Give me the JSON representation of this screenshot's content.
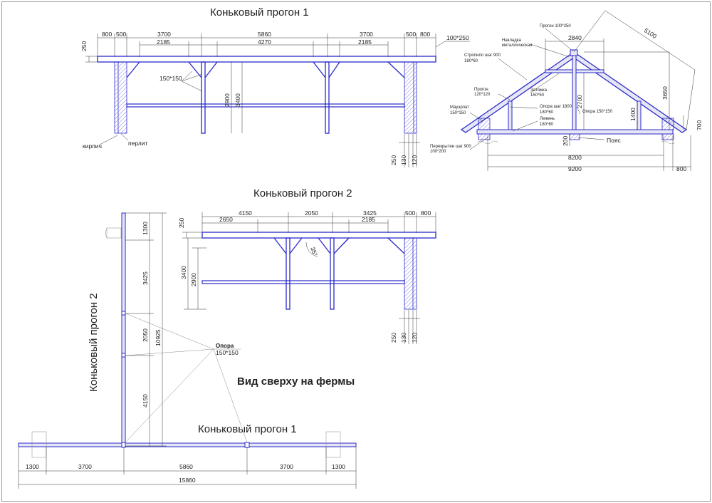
{
  "titles": {
    "front1": "Коньковый прогон 1",
    "front2": "Коньковый прогон 2",
    "plan_vertical": "Коньковый прогон 2",
    "plan_horizontal": "Коньковый прогон 1",
    "plan_caption": "Вид сверху на фермы"
  },
  "front1": {
    "top_dims": [
      "800",
      "500",
      "3700",
      "5860",
      "3700",
      "500",
      "800"
    ],
    "sub_dims": [
      "2185",
      "4270",
      "2185"
    ],
    "beam_label": "100*250",
    "beam_height": "250",
    "post_label": "150*150",
    "h2900": "2900",
    "h3400": "3400",
    "brick": "кирпич",
    "perlite": "перлит",
    "bottom_dims": [
      "250",
      "130",
      "120"
    ]
  },
  "section": {
    "top_width": "2840",
    "rafter_len": "5100",
    "h3650": "3650",
    "h2700": "2700",
    "h1400": "1400",
    "h700": "700",
    "h200": "200",
    "w8200": "8200",
    "w9200": "9200",
    "w800": "800",
    "labels": {
      "purlin_top": "Прогон 100*250",
      "plate1": "Накладка",
      "plate2": "металлическая",
      "rafter1": "Стропило шаг 900",
      "rafter2": "180*60",
      "purlin1": "Прогон",
      "purlin2": "120*120",
      "mauer1": "Мауэрлат",
      "mauer2": "150*150",
      "tie1": "Затяжка",
      "tie2": "150*50",
      "support1": "Опора шаг 1800",
      "support2": "180*60",
      "sill1": "Лежень",
      "sill2": "180*60",
      "post": "Опора 150*150",
      "floor1": "Перекрытие шаг 900",
      "floor2": "100*200",
      "belt": "Пояс"
    }
  },
  "front2": {
    "top_dims": [
      "4150",
      "2050",
      "3425",
      "500",
      "800"
    ],
    "sub_dims": [
      "2650",
      "2185"
    ],
    "beam_height": "250",
    "h3400": "3400",
    "h2900": "2900",
    "angle": "35°",
    "bottom_dims": [
      "250",
      "130",
      "120"
    ]
  },
  "plan": {
    "v_dims": [
      "1300",
      "3425",
      "2050",
      "4150"
    ],
    "v_total": "10925",
    "support_label": "Опора",
    "support_size": "150*150",
    "h_dims": [
      "1300",
      "3700",
      "5860",
      "3700",
      "1300"
    ],
    "h_total": "15860"
  }
}
